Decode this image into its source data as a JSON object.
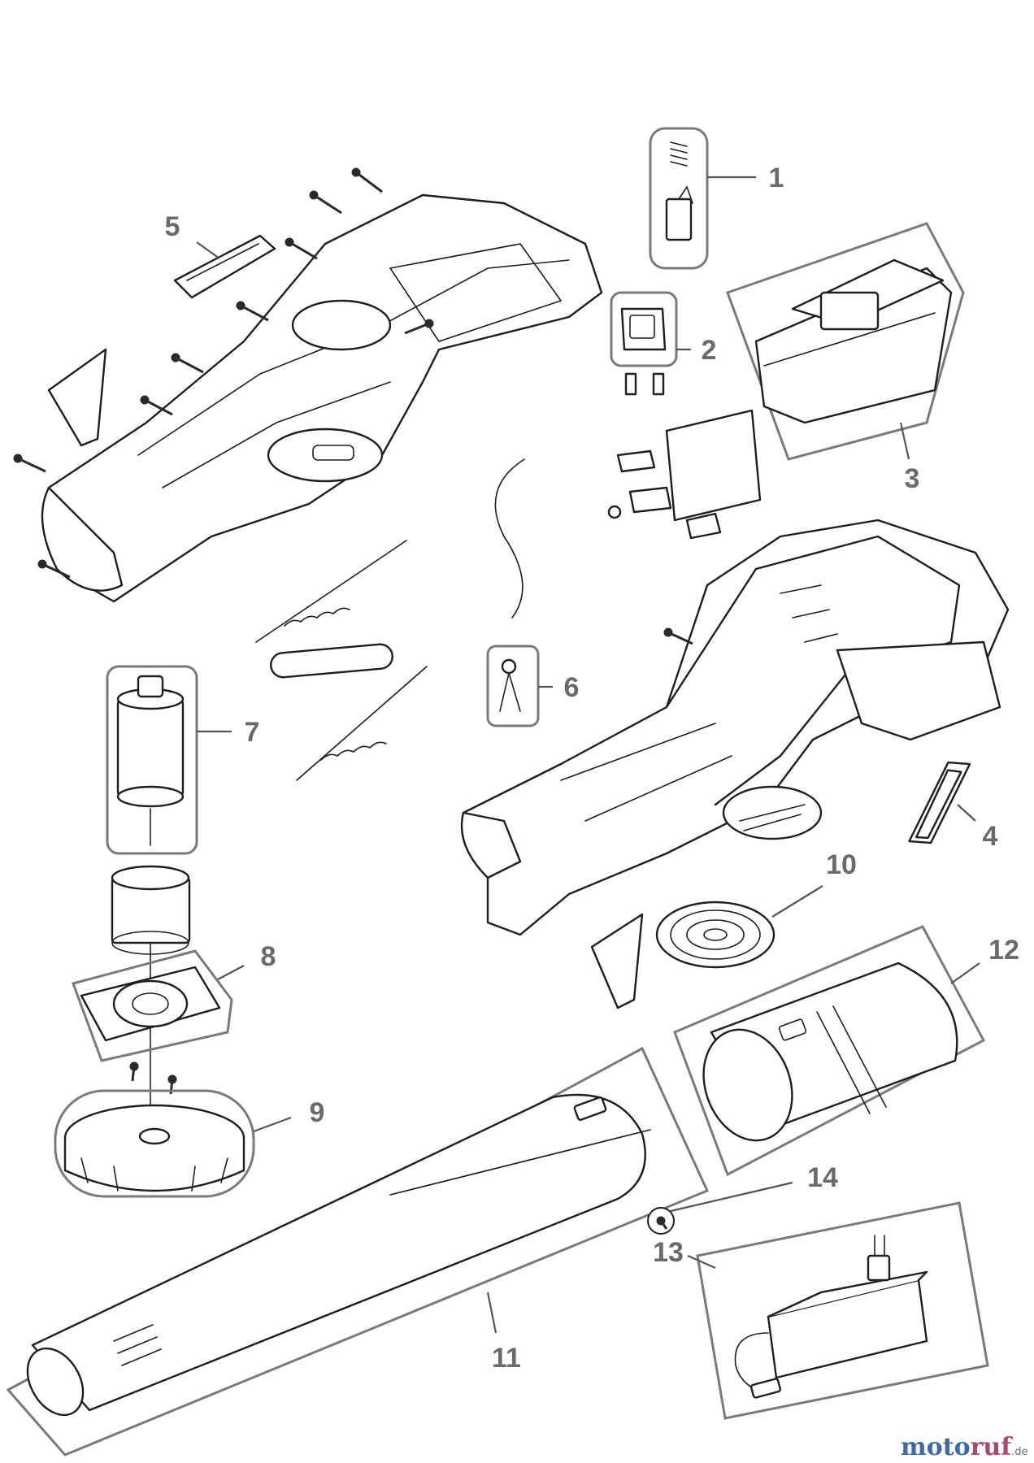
{
  "callouts": [
    "1",
    "2",
    "3",
    "4",
    "5",
    "6",
    "7",
    "8",
    "9",
    "10",
    "11",
    "12",
    "13",
    "14"
  ],
  "watermark": {
    "part_a": "moto",
    "part_b": "ruf",
    "suffix": ".de"
  }
}
